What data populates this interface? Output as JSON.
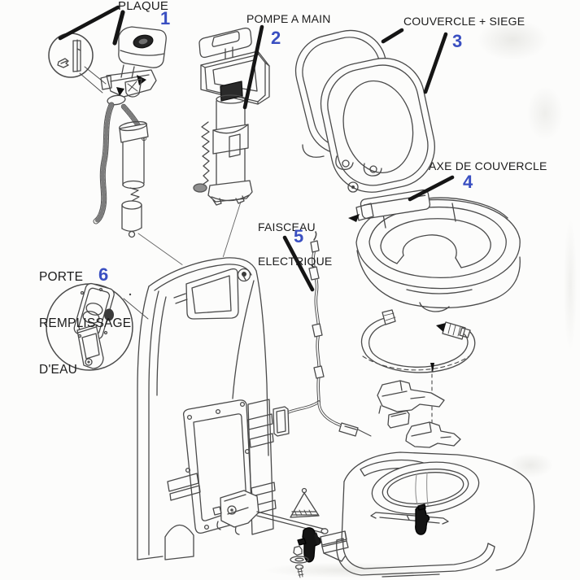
{
  "diagram": {
    "type": "exploded-parts-diagram",
    "subject": "portable chemical toilet",
    "background_color": "#fcfcfb",
    "number_color": "#3a4fc1",
    "label_color": "#1c1c1c",
    "line_color": "#4a4a4a",
    "parts": {
      "plaque": {
        "label": "PLAQUE",
        "number": "1"
      },
      "pompe_a_main": {
        "label": "POMPE A MAIN",
        "number": "2"
      },
      "couvercle_siege": {
        "label": "COUVERCLE + SIEGE",
        "number": "3"
      },
      "axe_de_couvercle": {
        "label": "AXE DE COUVERCLE",
        "number": "4"
      },
      "faisceau_electrique": {
        "label_line1": "FAISCEAU",
        "label_line2": "ELECTRIQUE",
        "number": "5"
      },
      "porte_remplissage": {
        "label_line1": "PORTE",
        "label_line2": "REMPLISSAGE",
        "label_line3": "D'EAU",
        "number": "6"
      }
    }
  }
}
